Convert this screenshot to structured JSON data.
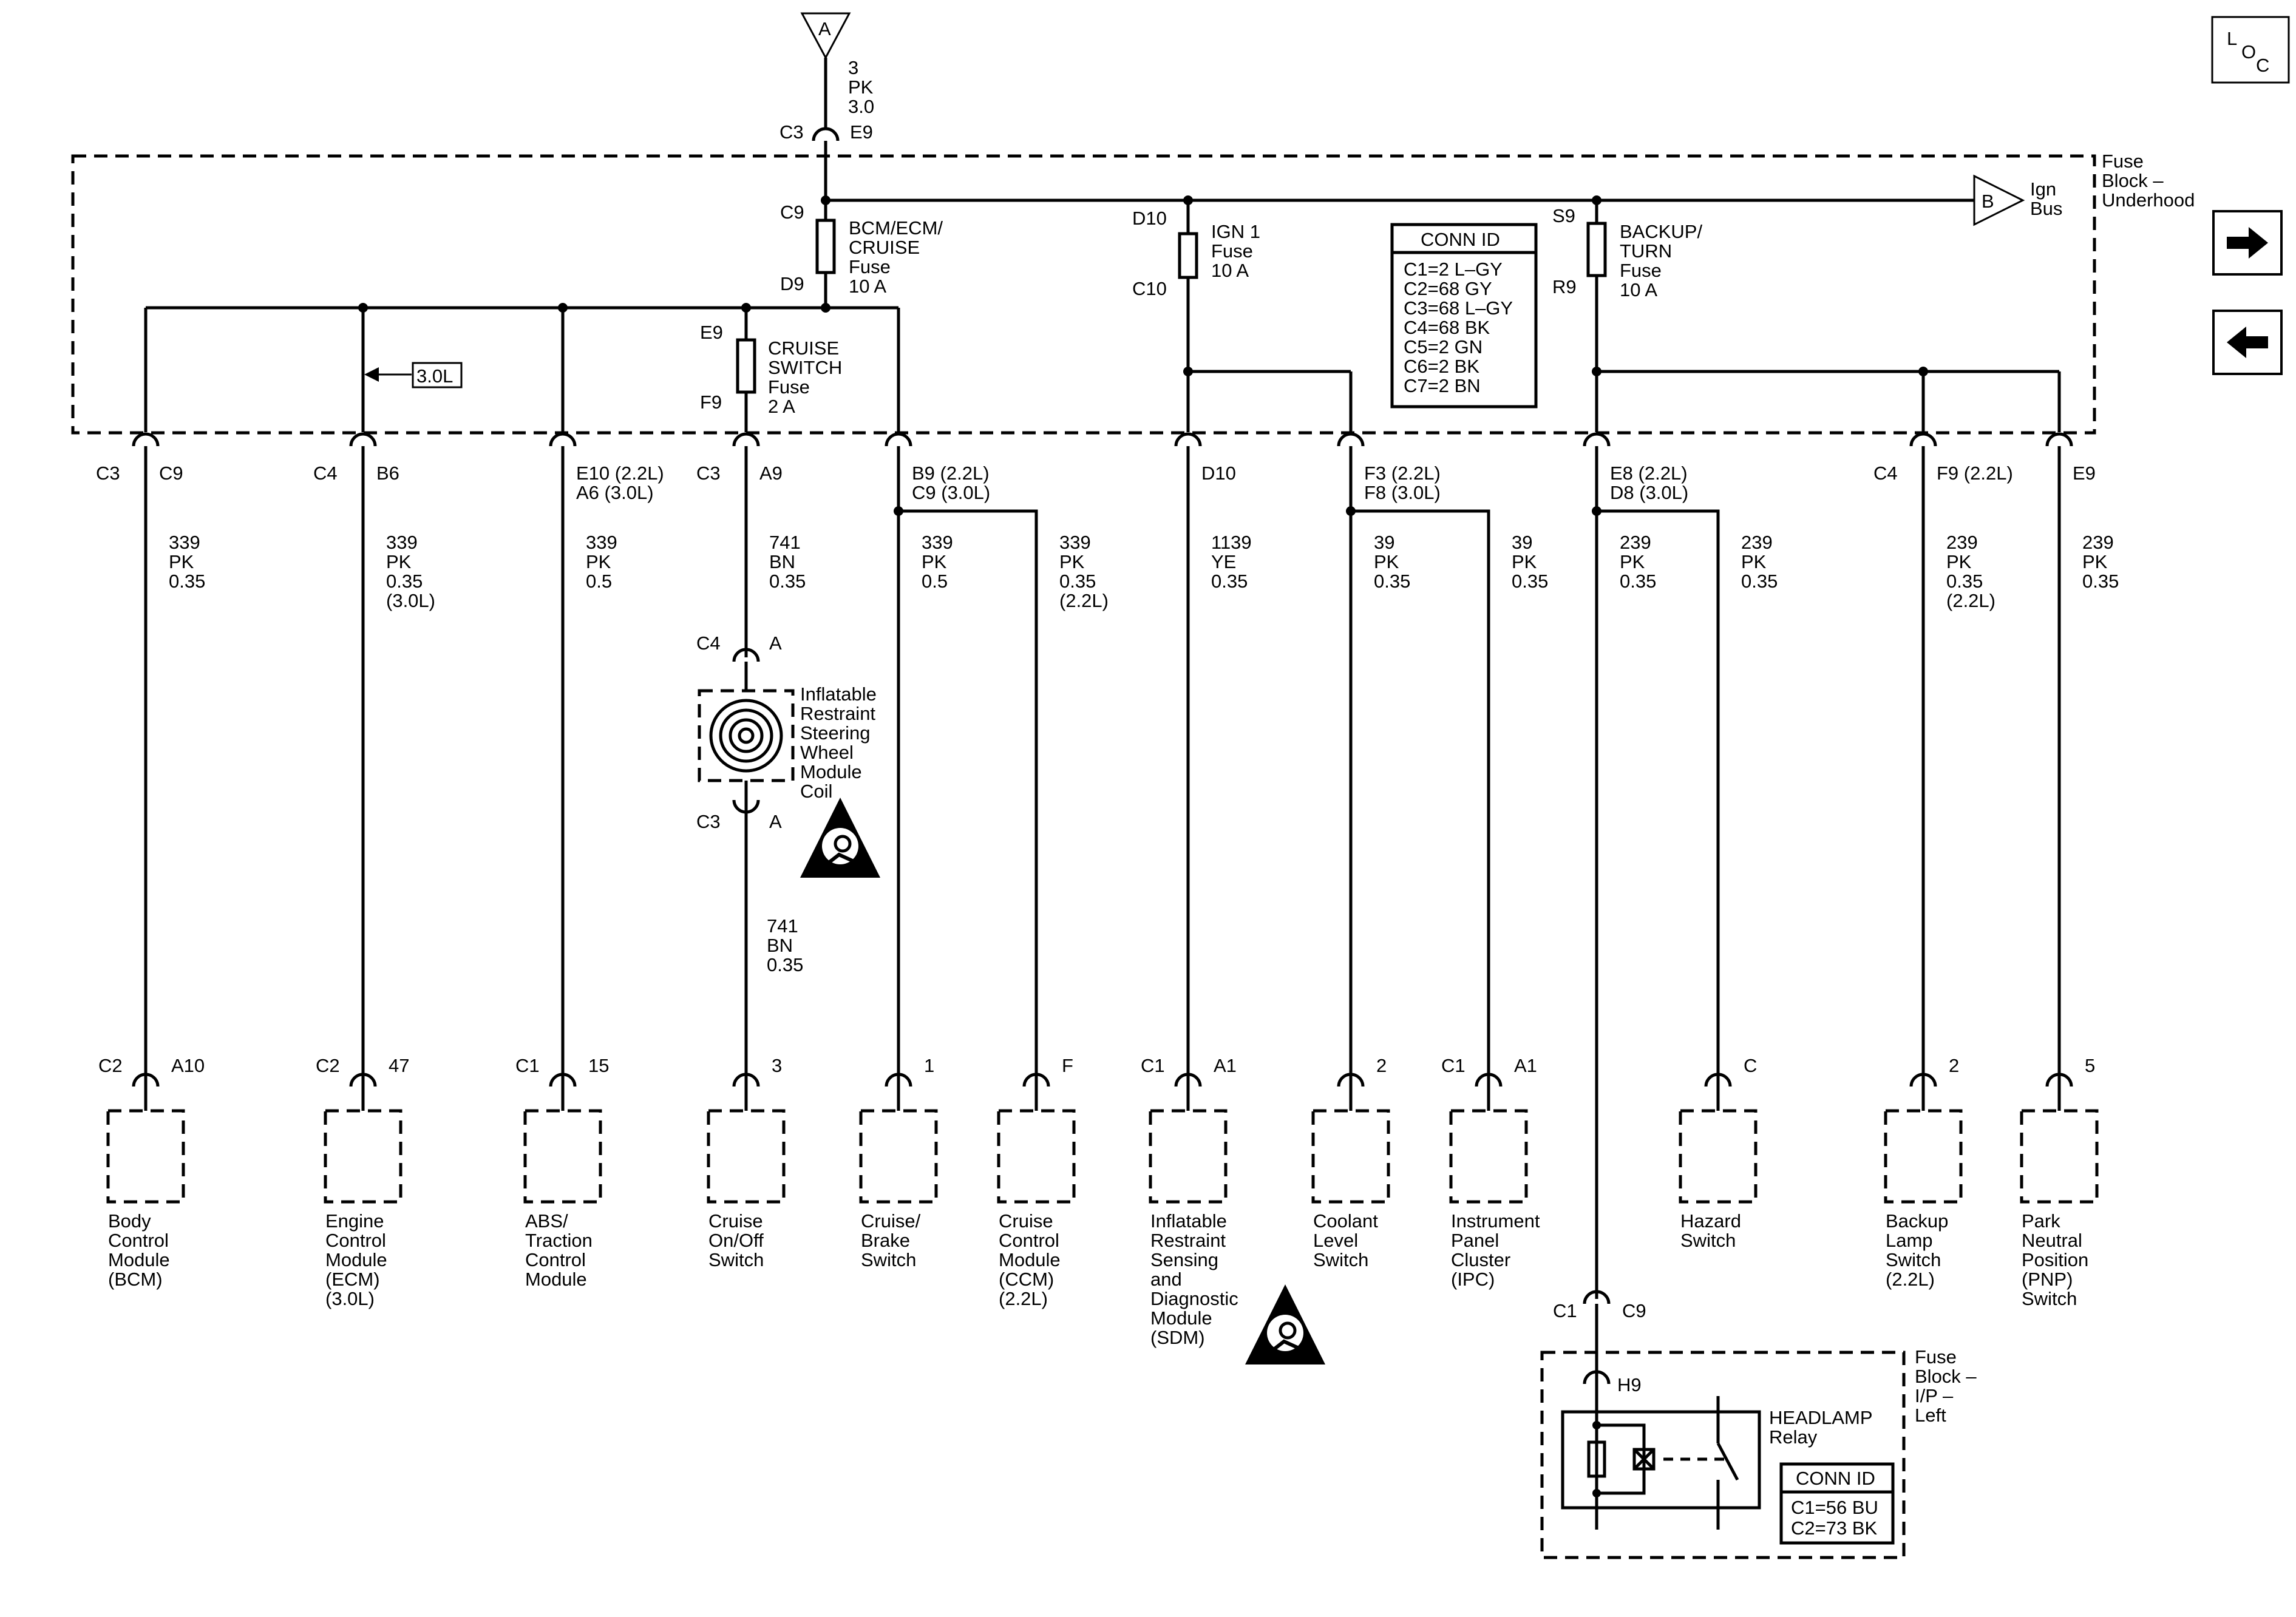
{
  "ref_a": "A",
  "feed": {
    "circuit": "3",
    "color": "PK",
    "size": "3.0",
    "conn_left": "C3",
    "conn_right": "E9"
  },
  "fuse_block_underhood": [
    "Fuse",
    "Block –",
    "Underhood"
  ],
  "fuse_bcm": {
    "top_pin": "C9",
    "bottom_pin": "D9",
    "label": [
      "BCM/ECM/",
      "CRUISE",
      "Fuse",
      "10 A"
    ]
  },
  "fuse_ign": {
    "top_pin": "D10",
    "bottom_pin": "C10",
    "label": [
      "IGN 1",
      "Fuse",
      "10 A"
    ]
  },
  "fuse_backup": {
    "top_pin": "S9",
    "bottom_pin": "R9",
    "label": [
      "BACKUP/",
      "TURN",
      "Fuse",
      "10 A"
    ]
  },
  "fuse_cruise": {
    "top_pin": "E9",
    "bottom_pin": "F9",
    "label": [
      "CRUISE",
      "SWITCH",
      "Fuse",
      "2 A"
    ]
  },
  "ign_bus": {
    "ref": "B",
    "label": [
      "Ign",
      "Bus"
    ]
  },
  "option_tag": "3.0L",
  "conn_id_underhood": {
    "title": "CONN ID",
    "rows": [
      "C1=2 L–GY",
      "C2=68 GY",
      "C3=68 L–GY",
      "C4=68 BK",
      "C5=2 GN",
      "C6=2 BK",
      "C7=2 BN"
    ]
  },
  "exit_connectors": [
    {
      "conn": "C3",
      "pin": "C9"
    },
    {
      "conn": "C4",
      "pin": "B6"
    },
    {
      "conn": "",
      "pin": "E10 (2.2L)",
      "pin2": "A6 (3.0L)"
    },
    {
      "conn": "C3",
      "pin": "A9"
    },
    {
      "conn": "",
      "pin": "B9 (2.2L)",
      "pin2": "C9 (3.0L)"
    },
    {
      "conn": "",
      "pin": "D10"
    },
    {
      "conn": "",
      "pin": "F3 (2.2L)",
      "pin2": "F8 (3.0L)"
    },
    {
      "conn": "",
      "pin": "E8 (2.2L)",
      "pin2": "D8 (3.0L)"
    },
    {
      "conn": "C4",
      "pin": "F9 (2.2L)"
    },
    {
      "conn": "",
      "pin": "E9"
    }
  ],
  "wires": [
    [
      "339",
      "PK",
      "0.35"
    ],
    [
      "339",
      "PK",
      "0.35",
      "(3.0L)"
    ],
    [
      "339",
      "PK",
      "0.5"
    ],
    [
      "741",
      "BN",
      "0.35"
    ],
    [
      "339",
      "PK",
      "0.5"
    ],
    [
      "339",
      "PK",
      "0.35",
      "(2.2L)"
    ],
    [
      "1139",
      "YE",
      "0.35"
    ],
    [
      "39",
      "PK",
      "0.35"
    ],
    [
      "39",
      "PK",
      "0.35"
    ],
    [
      "239",
      "PK",
      "0.35"
    ],
    [
      "239",
      "PK",
      "0.35"
    ],
    [
      "239",
      "PK",
      "0.35",
      "(2.2L)"
    ],
    [
      "239",
      "PK",
      "0.35"
    ]
  ],
  "coil": {
    "label": [
      "Inflatable",
      "Restraint",
      "Steering",
      "Wheel",
      "Module",
      "Coil"
    ],
    "top": {
      "conn": "C4",
      "pin": "A"
    },
    "bottom": {
      "conn": "C3",
      "pin": "A"
    },
    "out_wire": [
      "741",
      "BN",
      "0.35"
    ]
  },
  "components": [
    {
      "conn": "C2",
      "pin": "A10",
      "label": [
        "Body",
        "Control",
        "Module",
        "(BCM)"
      ]
    },
    {
      "conn": "C2",
      "pin": "47",
      "label": [
        "Engine",
        "Control",
        "Module",
        "(ECM)",
        "(3.0L)"
      ]
    },
    {
      "conn": "C1",
      "pin": "15",
      "label": [
        "ABS/",
        "Traction",
        "Control",
        "Module"
      ]
    },
    {
      "conn": "",
      "pin": "3",
      "label": [
        "Cruise",
        "On/Off",
        "Switch"
      ]
    },
    {
      "conn": "",
      "pin": "1",
      "label": [
        "Cruise/",
        "Brake",
        "Switch"
      ]
    },
    {
      "conn": "",
      "pin": "F",
      "label": [
        "Cruise",
        "Control",
        "Module",
        "(CCM)",
        "(2.2L)"
      ]
    },
    {
      "conn": "C1",
      "pin": "A1",
      "label": [
        "Inflatable",
        "Restraint",
        "Sensing",
        "and",
        "Diagnostic",
        "Module",
        "(SDM)"
      ]
    },
    {
      "conn": "",
      "pin": "2",
      "label": [
        "Coolant",
        "Level",
        "Switch"
      ]
    },
    {
      "conn": "C1",
      "pin": "A1",
      "label": [
        "Instrument",
        "Panel",
        "Cluster",
        "(IPC)"
      ]
    },
    {
      "conn": "",
      "pin": "C",
      "label": [
        "Hazard",
        "Switch"
      ]
    },
    {
      "conn": "",
      "pin": "2",
      "label": [
        "Backup",
        "Lamp",
        "Switch",
        "(2.2L)"
      ]
    },
    {
      "conn": "",
      "pin": "5",
      "label": [
        "Park",
        "Neutral",
        "Position",
        "(PNP)",
        "Switch"
      ]
    }
  ],
  "ip_block": {
    "conn_top_left": "C1",
    "conn_top_right": "C9",
    "pin": "H9",
    "label": [
      "Fuse",
      "Block –",
      "I/P –",
      "Left"
    ],
    "relay_label": [
      "HEADLAMP",
      "Relay"
    ],
    "conn_id": {
      "title": "CONN ID",
      "rows": [
        "C1=56 BU",
        "C2=73 BK"
      ]
    }
  },
  "loc_label": {
    "l": "L",
    "o": "O",
    "c": "C"
  },
  "nav": {
    "next": "next-page-arrow-icon",
    "prev": "previous-page-arrow-icon"
  }
}
